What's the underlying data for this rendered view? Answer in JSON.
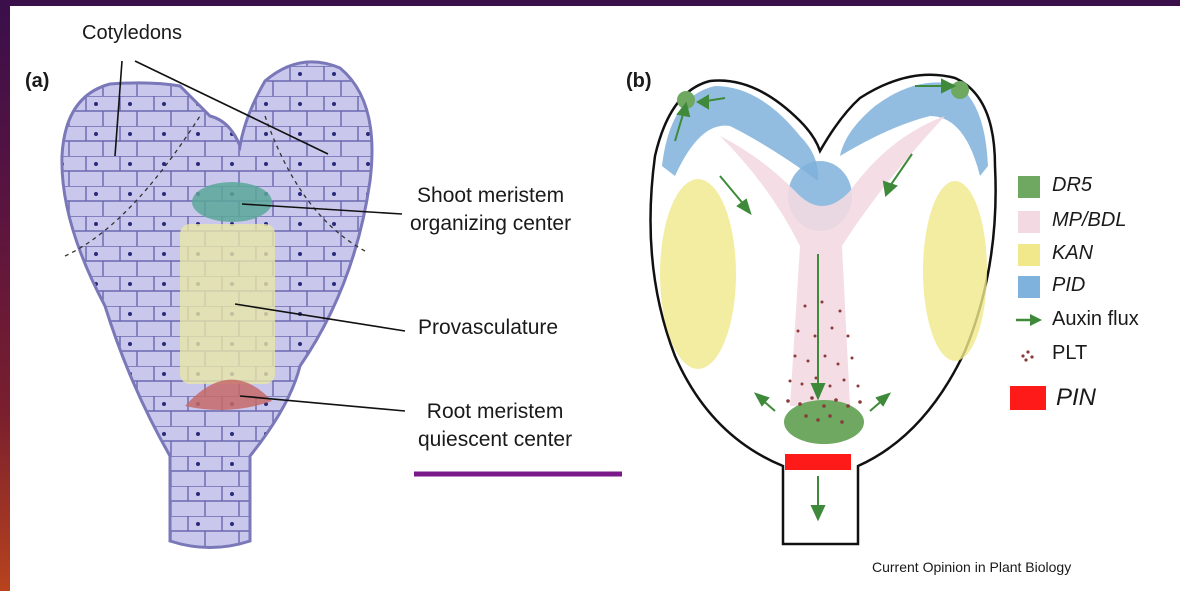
{
  "labels": {
    "cotyledons": "Cotyledons",
    "panel_a": "(a)",
    "panel_b": "(b)",
    "shoot_line1": "Shoot meristem",
    "shoot_line2": "organizing center",
    "provasculature": "Provasculature",
    "root_line1": "Root meristem",
    "root_line2": "quiescent center",
    "credit": "Current Opinion in Plant Biology"
  },
  "legend": [
    {
      "key": "dr5",
      "label": "DR5",
      "color": "#6fa860",
      "italic": true
    },
    {
      "key": "mpbdl",
      "label": "MP/BDL",
      "color": "#f3d9e2",
      "italic": true
    },
    {
      "key": "kan",
      "label": "KAN",
      "color": "#f0e88a",
      "italic": true
    },
    {
      "key": "pid",
      "label": "PID",
      "color": "#7fb2dc",
      "italic": true
    },
    {
      "key": "auxin",
      "label": "Auxin flux",
      "color": "#3f8a3a",
      "italic": false
    },
    {
      "key": "plt",
      "label": "PLT",
      "color": "#8a3a3a",
      "italic": false
    },
    {
      "key": "pin",
      "label": "PIN",
      "color": "#ff1a1a",
      "italic": true
    }
  ],
  "colors": {
    "embryo_cells": "#c9c8ec",
    "cell_wall": "#5a5aa0",
    "shoot_center": "#5aa89a",
    "provasculature": "#e8e6a8",
    "root_center": "#c66a6a",
    "underline": "#7a1a8a"
  }
}
